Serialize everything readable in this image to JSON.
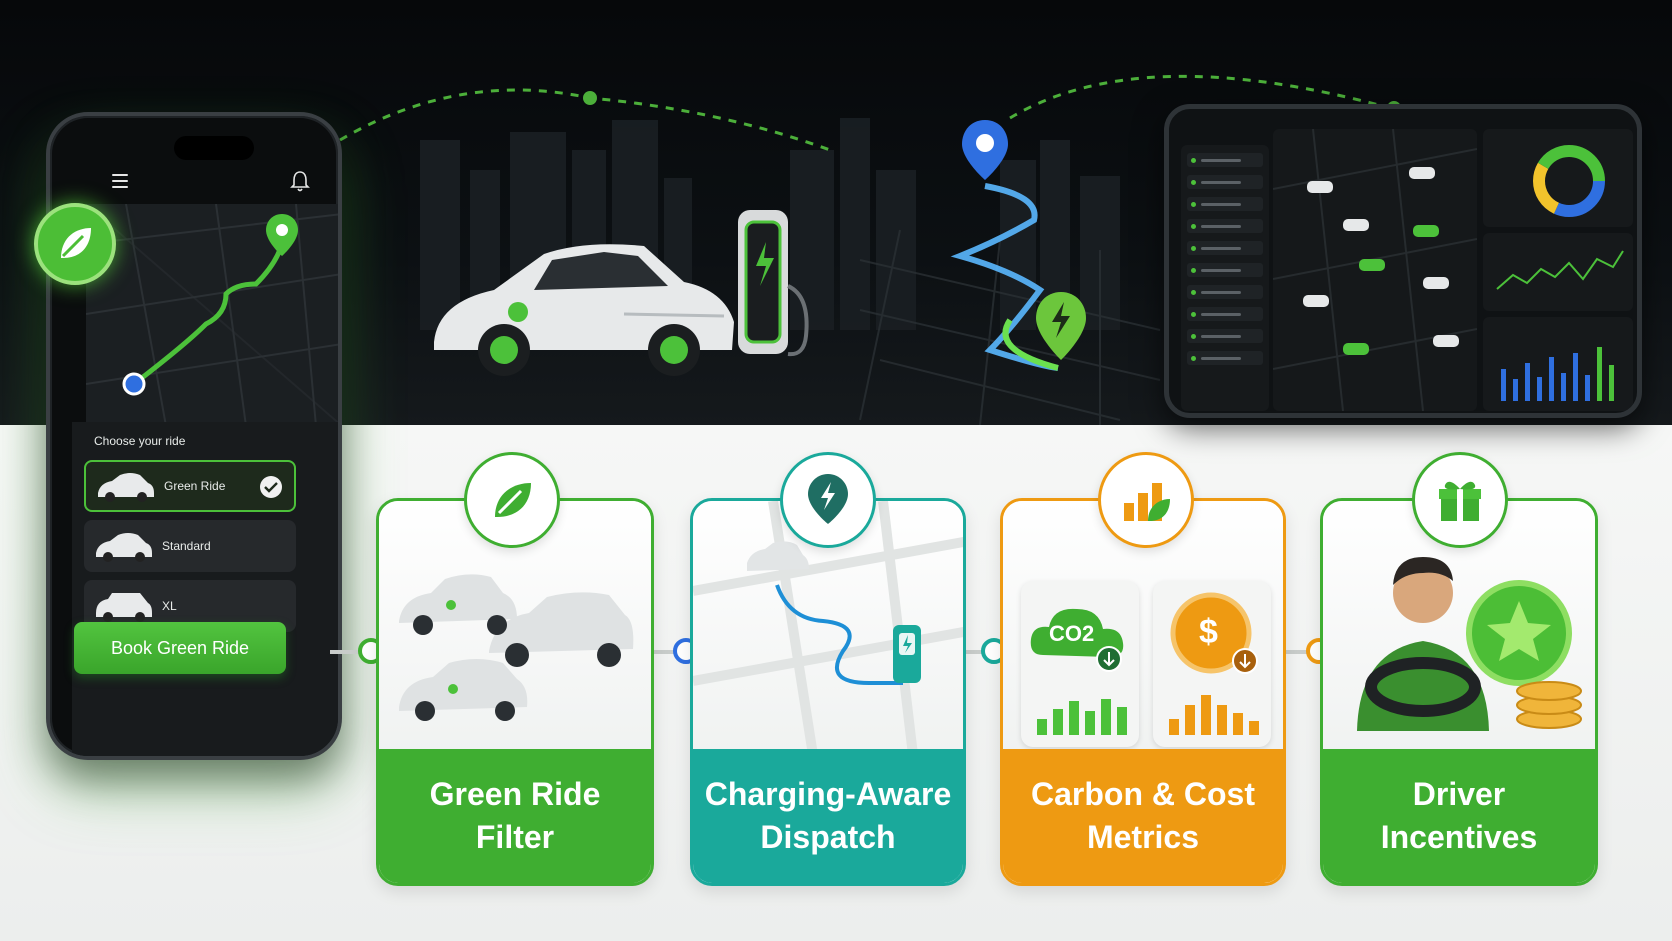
{
  "phone": {
    "sheet_title": "Choose your ride",
    "rides": [
      {
        "label": "Green Ride",
        "selected": true
      },
      {
        "label": "Standard",
        "selected": false
      },
      {
        "label": "XL",
        "selected": false
      }
    ],
    "book_button": "Book Green Ride"
  },
  "features": [
    {
      "title": "Green Ride Filter",
      "color": "#3fae31",
      "icon": "leaf-icon"
    },
    {
      "title": "Charging-Aware Dispatch",
      "color": "#1aa99b",
      "icon": "charging-pin-icon"
    },
    {
      "title": "Carbon & Cost Metrics",
      "color": "#ee9a12",
      "icon": "bar-leaf-icon"
    },
    {
      "title": "Driver Incentives",
      "color": "#3fae31",
      "icon": "gift-icon"
    }
  ],
  "metrics": {
    "co2_label": "CO2",
    "cost_label": "$"
  },
  "colors": {
    "green": "#4cc13a",
    "teal": "#1aa99b",
    "orange": "#ee9a12",
    "blue": "#2f6fe0"
  }
}
